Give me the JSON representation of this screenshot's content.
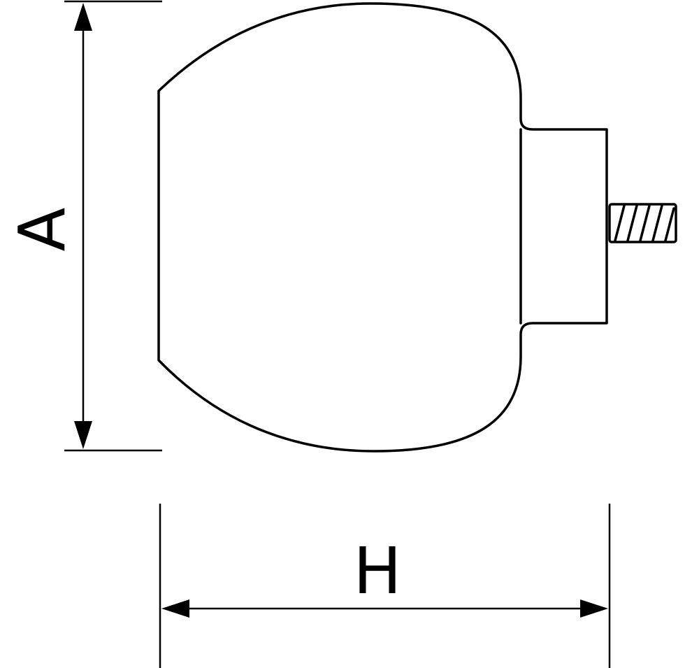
{
  "diagram": {
    "subject": "knob",
    "dimensions": {
      "height_label": "A",
      "width_label": "H"
    },
    "colors": {
      "line": "#000000",
      "background": "#ffffff"
    }
  }
}
